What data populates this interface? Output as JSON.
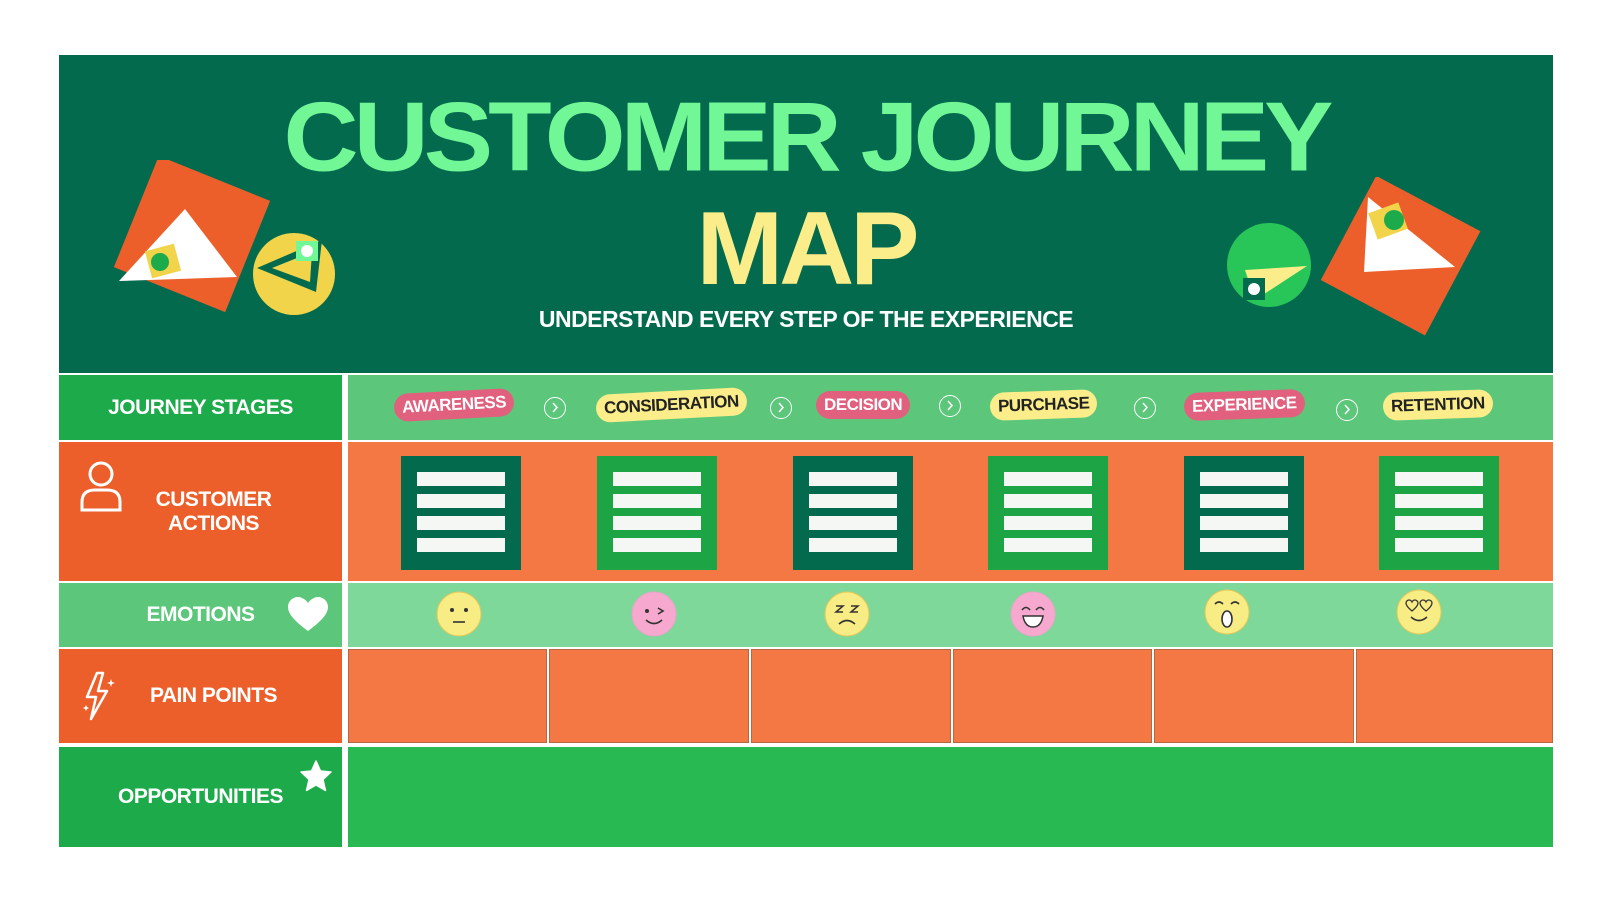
{
  "header": {
    "title_line1": "CUSTOMER JOURNEY",
    "title_line2": "MAP",
    "subtitle": "UNDERSTAND EVERY STEP OF THE EXPERIENCE"
  },
  "rows": {
    "stages": {
      "label": "JOURNEY STAGES"
    },
    "actions": {
      "label_line1": "CUSTOMER",
      "label_line2": "ACTIONS",
      "icon": "user-icon"
    },
    "emotions": {
      "label": "EMOTIONS",
      "icon": "heart-icon"
    },
    "pain_points": {
      "label": "PAIN POINTS",
      "icon": "lightning-icon"
    },
    "opportunities": {
      "label": "OPPORTUNITIES",
      "icon": "star-icon"
    }
  },
  "stages": [
    "AWARENESS",
    "CONSIDERATION",
    "DECISION",
    "PURCHASE",
    "EXPERIENCE",
    "RETENTION"
  ],
  "emotions": [
    "neutral",
    "wink",
    "frustrated",
    "laughing",
    "surprised",
    "heart-eyes"
  ],
  "colors": {
    "header_bg": "#036a4e",
    "title_green": "#72f796",
    "title_yellow": "#fbee8a",
    "green_dark": "#1daa4a",
    "green_light": "#5cc77a",
    "emotion_bg": "#7dd89a",
    "orange": "#ed5f2a",
    "orange_light": "#f47844",
    "card_dark": "#036a4e",
    "card_green": "#1da444",
    "pink": "#e0607e",
    "yellow": "#fbee8a"
  }
}
